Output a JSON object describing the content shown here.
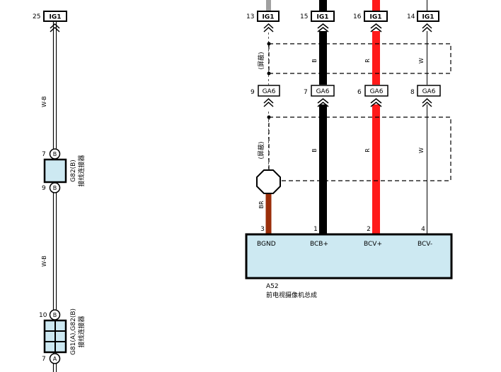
{
  "left_column": {
    "top_pin": "25",
    "top_connector": "IG1",
    "wire_color_1": "W-B",
    "wire_color_2": "W-B",
    "junction_upper": {
      "pin_top": "7",
      "pin_top_letter": "B",
      "pin_bottom": "9",
      "pin_bottom_letter": "B",
      "code": "G82(B)",
      "name": "接线连接器"
    },
    "junction_lower": {
      "pin_top": "10",
      "pin_top_letter": "B",
      "pin_bottom": "7",
      "pin_bottom_letter": "A",
      "code": "G81(A),G82(B)",
      "name": "接线连接器"
    }
  },
  "top_connectors": [
    {
      "pin": "13",
      "code": "IG1"
    },
    {
      "pin": "15",
      "code": "IG1"
    },
    {
      "pin": "16",
      "code": "IG1"
    },
    {
      "pin": "14",
      "code": "IG1"
    }
  ],
  "mid_connectors": [
    {
      "pin": "9",
      "code": "GA6"
    },
    {
      "pin": "7",
      "code": "GA6"
    },
    {
      "pin": "6",
      "code": "GA6"
    },
    {
      "pin": "8",
      "code": "GA6"
    }
  ],
  "shield_label_upper": "(屏蔽)",
  "shield_label_lower": "(屏蔽)",
  "wire_labels_upper": [
    "B",
    "R",
    "W"
  ],
  "wire_labels_lower": [
    "B",
    "R",
    "W"
  ],
  "ground_wire_label": "BR",
  "component": {
    "code": "A52",
    "name": "前电视摄像机总成",
    "pins": [
      {
        "pin": "3",
        "label": "BGND"
      },
      {
        "pin": "1",
        "label": "BCB+"
      },
      {
        "pin": "2",
        "label": "BCV+"
      },
      {
        "pin": "4",
        "label": "BCV-"
      }
    ]
  },
  "colors": {
    "component_fill": "#cde9f2",
    "connector_fill": "#cde9f2",
    "wire_black": "#000000",
    "wire_red": "#ff1a1a",
    "wire_brown": "#9a2e0a",
    "wire_gray": "#a0a0a0"
  }
}
